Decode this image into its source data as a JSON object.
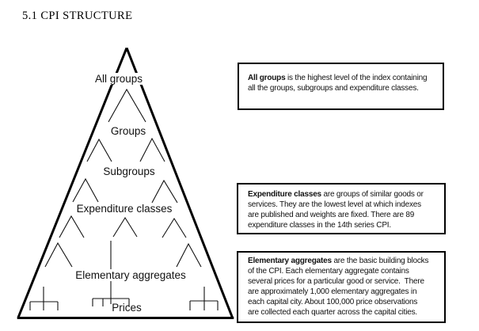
{
  "page": {
    "title": "5.1 CPI STRUCTURE"
  },
  "pyramid": {
    "levels": [
      {
        "label": "All groups"
      },
      {
        "label": "Groups"
      },
      {
        "label": "Subgroups"
      },
      {
        "label": "Expenditure classes"
      },
      {
        "label": "Elementary aggregates"
      },
      {
        "label": "Prices"
      }
    ]
  },
  "callouts": [
    {
      "name": "all-groups",
      "lines": [
        {
          "bold": "All groups",
          "text": " is the highest level of the index containing"
        },
        {
          "bold": "",
          "text": "all the groups, subgroups and expenditure classes."
        }
      ]
    },
    {
      "name": "expenditure-classes",
      "lines": [
        {
          "bold": "Expenditure classes",
          "text": " are groups of similar goods or"
        },
        {
          "bold": "",
          "text": "services. They are the lowest level at which indexes"
        },
        {
          "bold": "",
          "text": "are published and weights are fixed. There are 89"
        },
        {
          "bold": "",
          "text": "expenditure classes in the 14th series CPI."
        }
      ]
    },
    {
      "name": "elementary-aggregates",
      "lines": [
        {
          "bold": "Elementary aggregates",
          "text": " are the basic building blocks"
        },
        {
          "bold": "",
          "text": "of the CPI. Each elementary aggregate contains"
        },
        {
          "bold": "",
          "text": "several prices for a particular good or service.  There"
        },
        {
          "bold": "",
          "text": "are approximately 1,000 elementary aggregates in"
        },
        {
          "bold": "",
          "text": "each capital city. About 100,000 price observations"
        },
        {
          "bold": "",
          "text": "are collected each quarter across the capital cities."
        }
      ]
    }
  ],
  "colors": {
    "ink": "#000000",
    "paper": "#ffffff"
  }
}
